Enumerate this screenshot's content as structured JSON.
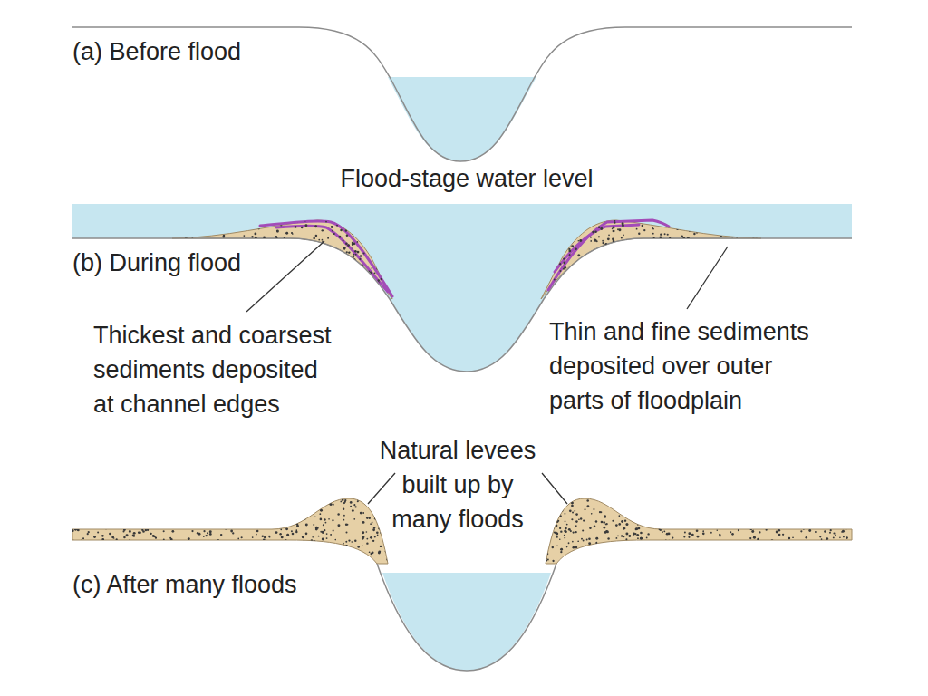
{
  "diagram": {
    "labels": [
      "(a) Before flood",
      "Flood-stage water level",
      "(b) During flood",
      "Thickest and coarsest sediments deposited at channel edges",
      "Thin and fine sediments deposited over outer parts of floodplain",
      "Natural levees built up by many floods",
      "(c) After many floods"
    ]
  }
}
